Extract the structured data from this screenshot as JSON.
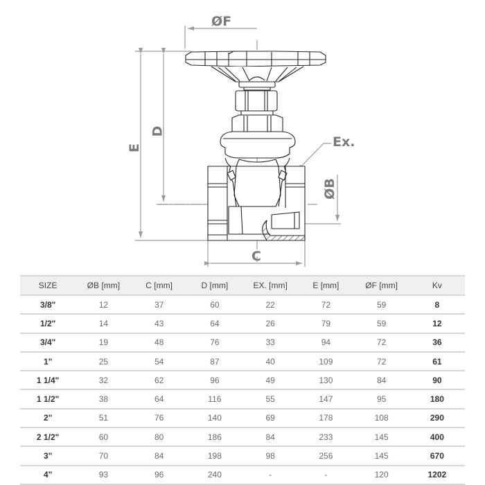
{
  "diagram": {
    "subject": "gate-valve-cross-section",
    "labels": {
      "f": "ØF",
      "e": "E",
      "d": "D",
      "ex": "Ex.",
      "b": "ØB",
      "c": "C"
    },
    "colors": {
      "line": "#222222",
      "dimension": "#9a9a9a",
      "label": "#7a7a7a"
    }
  },
  "table": {
    "headers": [
      "SIZE",
      "ØB [mm]",
      "C [mm]",
      "D [mm]",
      "EX. [mm]",
      "E [mm]",
      "ØF [mm]",
      "Kv"
    ],
    "rows": [
      [
        "3/8\"",
        "12",
        "37",
        "60",
        "22",
        "72",
        "59",
        "8"
      ],
      [
        "1/2\"",
        "14",
        "43",
        "64",
        "26",
        "79",
        "59",
        "12"
      ],
      [
        "3/4\"",
        "19",
        "48",
        "76",
        "33",
        "94",
        "72",
        "36"
      ],
      [
        "1\"",
        "25",
        "54",
        "87",
        "40",
        "109",
        "72",
        "61"
      ],
      [
        "1 1/4\"",
        "32",
        "62",
        "96",
        "49",
        "130",
        "84",
        "90"
      ],
      [
        "1 1/2\"",
        "38",
        "64",
        "116",
        "55",
        "147",
        "95",
        "180"
      ],
      [
        "2\"",
        "51",
        "76",
        "140",
        "69",
        "178",
        "108",
        "290"
      ],
      [
        "2 1/2\"",
        "60",
        "80",
        "186",
        "84",
        "233",
        "145",
        "400"
      ],
      [
        "3\"",
        "70",
        "84",
        "198",
        "98",
        "256",
        "145",
        "670"
      ],
      [
        "4\"",
        "93",
        "96",
        "240",
        "-",
        "-",
        "120",
        "1202"
      ]
    ],
    "header_bg": "#efefef",
    "rule_color": "#d6d6d6"
  }
}
